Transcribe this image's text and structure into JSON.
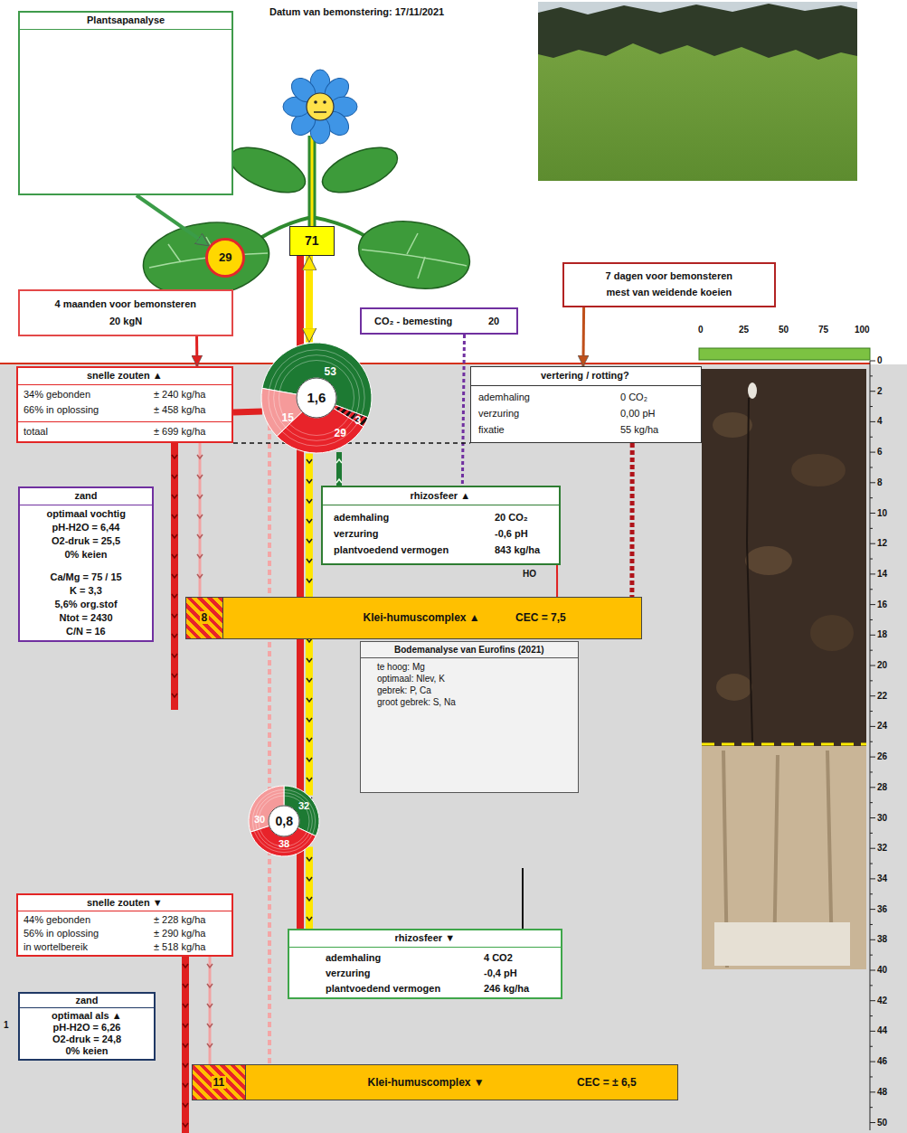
{
  "diagram": {
    "nodes": [
      {
        "text": [
          "Plantsapanalyse"
        ]
      },
      {
        "text": [
          "29"
        ]
      },
      {
        "text": [
          "71"
        ]
      },
      {
        "text": [
          "4 maanden voor bemonsteren",
          "20 kgN"
        ]
      },
      {
        "text": [
          "CO₂ - bemesting",
          "20"
        ]
      },
      {
        "text": [
          "7 dagen voor bemonsteren",
          "mest van weidende koeien"
        ]
      },
      {
        "text": [
          "1,6",
          "53",
          "15",
          "29",
          "3"
        ]
      },
      {
        "text": [
          "snelle zouten ▲",
          "34% gebonden",
          "± 240 kg/ha",
          "66% in oplossing",
          "± 458 kg/ha",
          "totaal",
          "± 699 kg/ha"
        ]
      },
      {
        "text": [
          "vertering / rotting?",
          "ademhaling",
          "0 CO₂",
          "verzuring",
          "0,00 pH",
          "fixatie",
          "55 kg/ha"
        ]
      },
      {
        "text": [
          "zand",
          "optimaal vochtig",
          "pH-H2O = 6,44",
          "O2-druk = 25,5",
          "0% keien",
          "Ca/Mg = 75 / 15",
          "K = 3,3",
          "5,6% org.stof",
          "Ntot = 2430",
          "C/N = 16"
        ]
      },
      {
        "text": [
          "rhizosfeer ▲",
          "ademhaling",
          "20 CO₂",
          "verzuring",
          "-0,6 pH",
          "plantvoedend vermogen",
          "843 kg/ha"
        ]
      },
      {
        "text": [
          "8",
          "Klei-humuscomplex ▲",
          "CEC = 7,5"
        ]
      },
      {
        "text": [
          "Bodemanalyse van Eurofins (2021)",
          "te hoog: Mg",
          "optimaal: Nlev, K",
          "gebrek: P, Ca",
          "groot gebrek: S, Na"
        ]
      },
      {
        "text": [
          "0,8",
          "32",
          "30",
          "38"
        ]
      },
      {
        "text": [
          "snelle zouten ▼",
          "44% gebonden",
          "± 228 kg/ha",
          "56% in oplossing",
          "± 290 kg/ha",
          "in wortelbereik",
          "± 518 kg/ha"
        ]
      },
      {
        "text": [
          "rhizosfeer ▼",
          "ademhaling",
          "4 CO2",
          "verzuring",
          "-0,4 pH",
          "plantvoedend vermogen",
          "246 kg/ha"
        ]
      },
      {
        "text": [
          "zand",
          "optimaal als ▲",
          "pH-H2O = 6,26",
          "O2-druk = 24,8",
          "0% keien"
        ]
      },
      {
        "text": [
          "11",
          "Klei-humuscomplex ▼",
          "CEC = ± 6,5"
        ]
      }
    ],
    "edges": [
      {
        "from": 0,
        "to": 1,
        "arrow": "to"
      },
      {
        "from": 3,
        "to": 7,
        "arrow": "to"
      },
      {
        "from": 5,
        "to": 8,
        "arrow": "to"
      },
      {
        "from": 4,
        "to": 10,
        "arrow": "none"
      },
      {
        "from": 6,
        "to": 2,
        "arrow": "both"
      },
      {
        "from": 7,
        "to": 6,
        "arrow": "none"
      },
      {
        "from": 6,
        "to": 13,
        "arrow": "none"
      },
      {
        "from": 8,
        "to": 11,
        "arrow": "none"
      },
      {
        "from": 10,
        "to": 11,
        "arrow": "none"
      },
      {
        "from": 13,
        "to": 15,
        "arrow": "none"
      },
      {
        "from": 7,
        "to": 8,
        "arrow": "none"
      }
    ],
    "labels": [
      "Datum van bemonstering: 17/11/2021",
      "HO",
      "0",
      "25",
      "50",
      "75",
      "100",
      "0",
      "2",
      "4",
      "6",
      "8",
      "10",
      "12",
      "14",
      "16",
      "18",
      "20",
      "22",
      "24",
      "26",
      "28",
      "30",
      "32",
      "34",
      "36",
      "38",
      "40",
      "42",
      "44",
      "46",
      "48",
      "50",
      "1"
    ]
  }
}
